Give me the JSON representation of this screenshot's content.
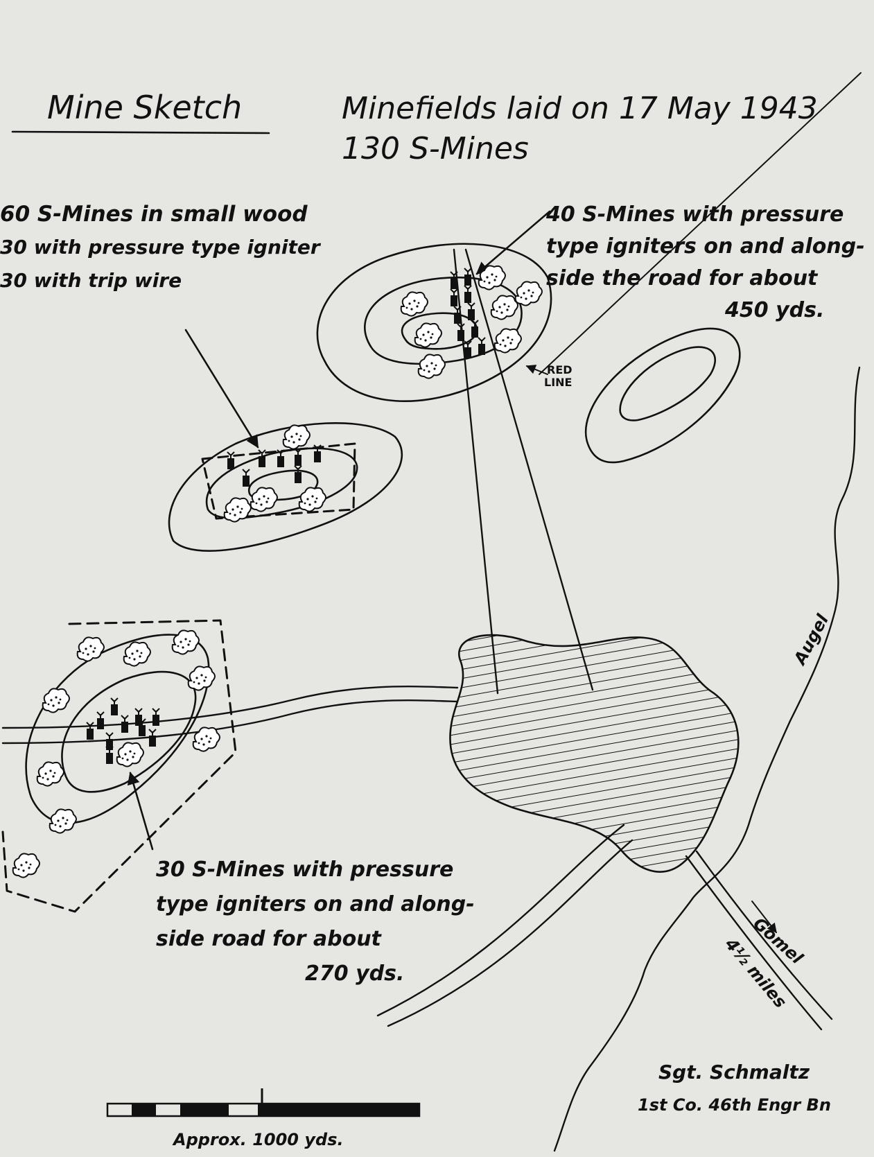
{
  "map": {
    "title": "Mine Sketch",
    "heading": {
      "line1": "Minefields laid on 17 May 1943",
      "line2": "130 S-Mines"
    },
    "minefields": [
      {
        "id": "small-wood",
        "lines": [
          "60 S-Mines in small wood",
          "30 with pressure type igniter",
          "30 with trip wire"
        ]
      },
      {
        "id": "north-road",
        "lines": [
          "40 S-Mines with pressure",
          "type igniters on and along-",
          "side the road for about",
          "450 yds."
        ]
      },
      {
        "id": "west-road",
        "lines": [
          "30 S-Mines with pressure",
          "type igniters on and along-",
          "side road for about",
          "270 yds."
        ]
      }
    ],
    "red_line_label": [
      "RED",
      "LINE"
    ],
    "river_label": "Augel",
    "destination": {
      "name": "Gomel",
      "distance": "4½ miles"
    },
    "scale_label": "Approx. 1000 yds.",
    "signature": {
      "name": "Sgt. Schmaltz",
      "unit": "1st Co. 46th Engr Bn"
    }
  }
}
